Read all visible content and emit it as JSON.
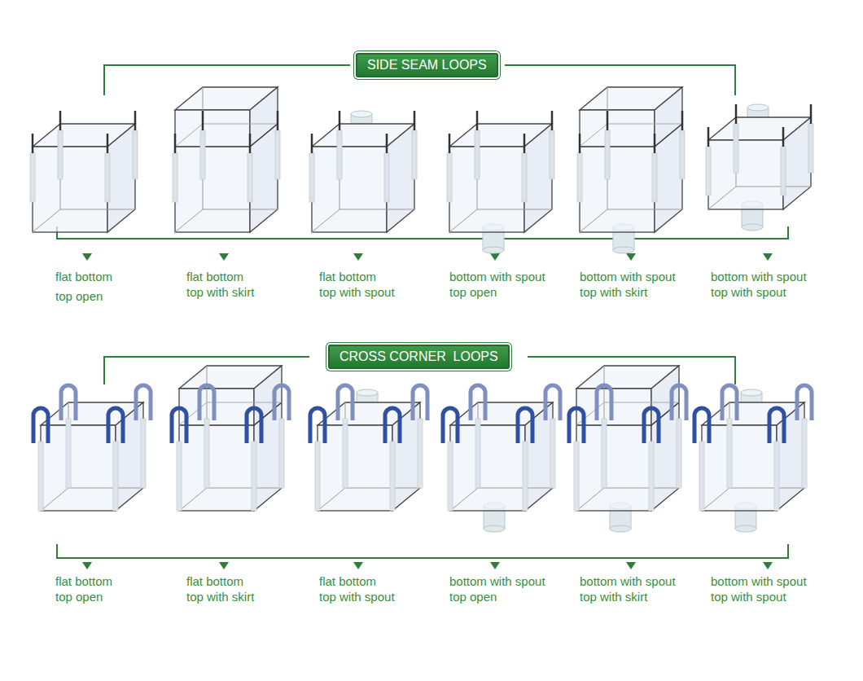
{
  "diagram": {
    "nodes": [
      {
        "text": [
          "SIDE SEAM LOOPS"
        ]
      },
      {
        "text": [
          "CROSS CORNER  LOOPS"
        ]
      }
    ],
    "labels": [
      "flat bottom",
      "top open",
      "flat bottom",
      "top with skirt",
      "flat bottom",
      "top with spout",
      "bottom with spout",
      "top open",
      "bottom with spout",
      "top with skirt",
      "bottom with spout",
      "top with spout",
      "flat bottom",
      "top open",
      "flat bottom",
      "top with skirt",
      "flat bottom",
      "top with spout",
      "bottom with spout",
      "top open",
      "bottom with spout",
      "top with skirt",
      "bottom with spout",
      "top with spout"
    ]
  }
}
